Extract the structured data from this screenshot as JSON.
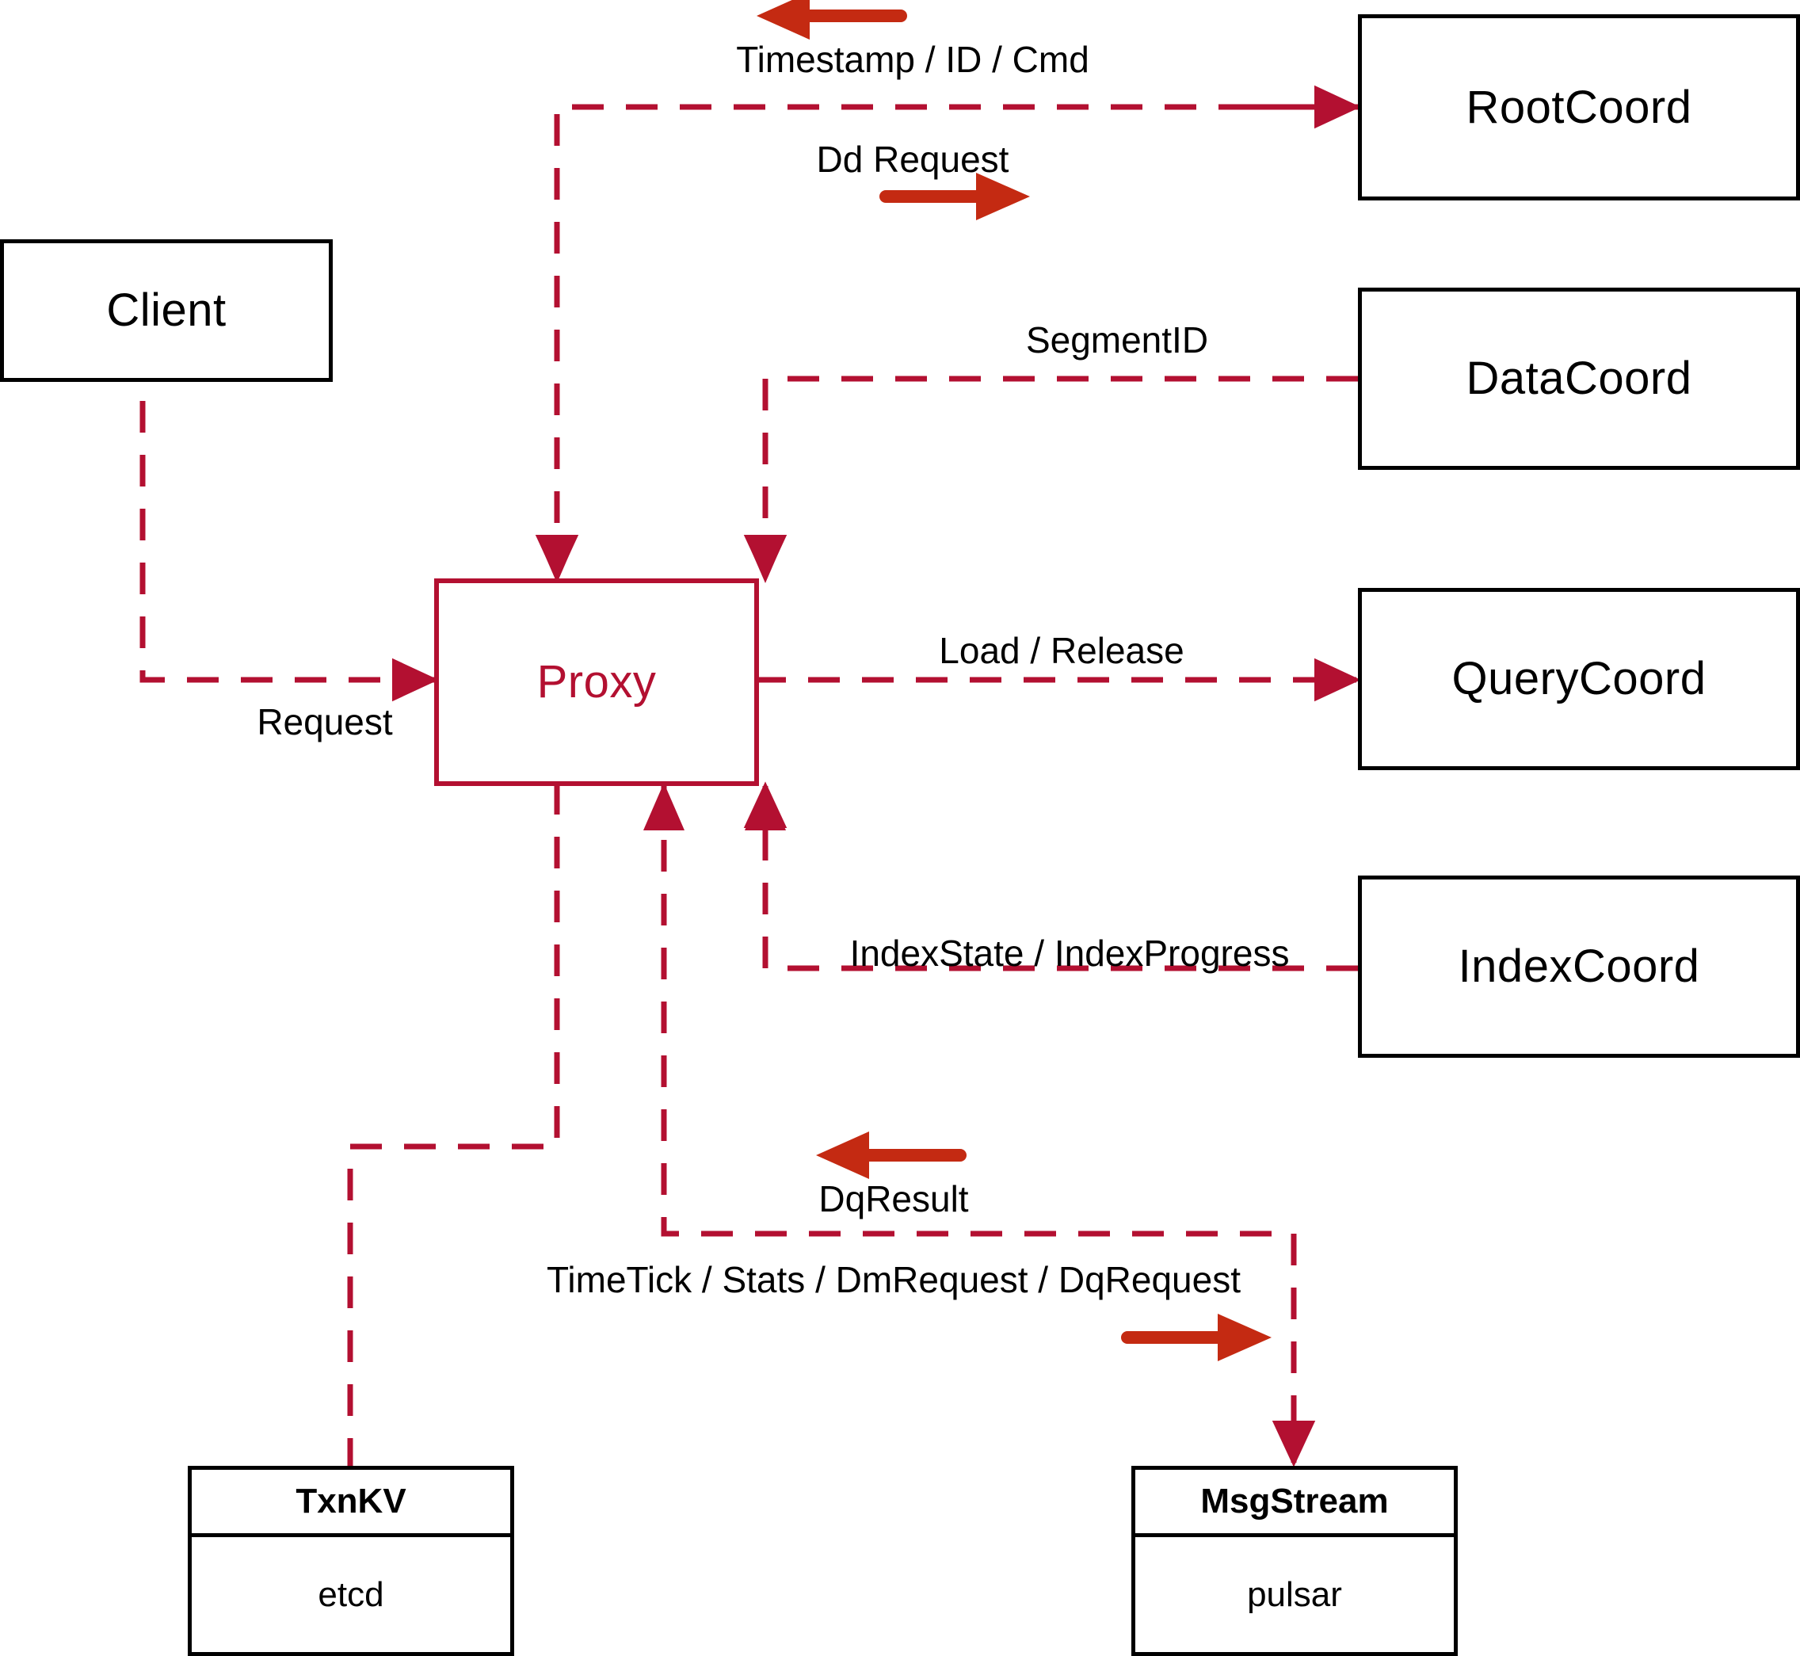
{
  "diagram": {
    "title": "Milvus Proxy interaction diagram",
    "colors": {
      "dashed_connector": "#B31031",
      "proxy_box": "#B31031",
      "proxy_text": "#B31031",
      "node_border": "#000000",
      "direction_arrow": "#C42A12",
      "background": "#FFFFFF"
    },
    "nodes": {
      "client": {
        "label": "Client"
      },
      "proxy": {
        "label": "Proxy"
      },
      "root_coord": {
        "label": "RootCoord"
      },
      "data_coord": {
        "label": "DataCoord"
      },
      "query_coord": {
        "label": "QueryCoord"
      },
      "index_coord": {
        "label": "IndexCoord"
      },
      "txn_kv": {
        "title": "TxnKV",
        "impl": "etcd"
      },
      "msg_stream": {
        "title": "MsgStream",
        "impl": "pulsar"
      }
    },
    "edge_labels": {
      "timestamp_id_cmd": "Timestamp / ID / Cmd",
      "dd_request": "Dd Request",
      "segment_id": "SegmentID",
      "request": "Request",
      "load_release": "Load / Release",
      "index_state_progress": "IndexState / IndexProgress",
      "dq_result": "DqResult",
      "timetick_stats_dm_dq": "TimeTick / Stats / DmRequest / DqRequest"
    },
    "direction_arrows": [
      {
        "name": "timestamp-id-cmd-direction-arrow",
        "direction": "left"
      },
      {
        "name": "dd-request-direction-arrow",
        "direction": "right"
      },
      {
        "name": "dq-result-direction-arrow",
        "direction": "left"
      },
      {
        "name": "timetick-direction-arrow",
        "direction": "right"
      }
    ]
  }
}
